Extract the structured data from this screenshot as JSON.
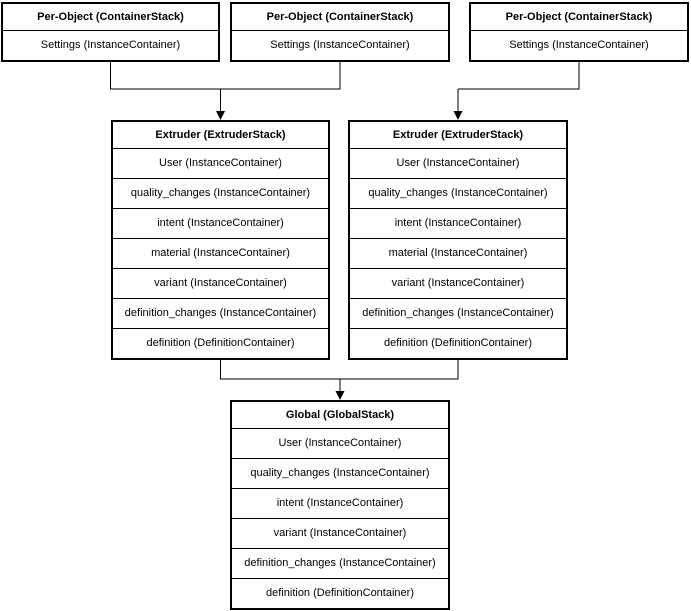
{
  "colors": {
    "background": "#ffffff",
    "box_fill": "#ffffff",
    "border": "#000000",
    "connector": "#000000",
    "text": "#000000"
  },
  "diagram": {
    "per_object_stacks": [
      {
        "title": "Per-Object (ContainerStack)",
        "rows": [
          "Settings (InstanceContainer)"
        ]
      },
      {
        "title": "Per-Object (ContainerStack)",
        "rows": [
          "Settings (InstanceContainer)"
        ]
      },
      {
        "title": "Per-Object (ContainerStack)",
        "rows": [
          "Settings (InstanceContainer)"
        ]
      }
    ],
    "extruder_stacks": [
      {
        "title": "Extruder (ExtruderStack)",
        "rows": [
          "User (InstanceContainer)",
          "quality_changes (InstanceContainer)",
          "intent (InstanceContainer)",
          "material (InstanceContainer)",
          "variant (InstanceContainer)",
          "definition_changes (InstanceContainer)",
          "definition (DefinitionContainer)"
        ]
      },
      {
        "title": "Extruder (ExtruderStack)",
        "rows": [
          "User (InstanceContainer)",
          "quality_changes (InstanceContainer)",
          "intent (InstanceContainer)",
          "material (InstanceContainer)",
          "variant (InstanceContainer)",
          "definition_changes (InstanceContainer)",
          "definition (DefinitionContainer)"
        ]
      }
    ],
    "global_stack": {
      "title": "Global (GlobalStack)",
      "rows": [
        "User (InstanceContainer)",
        "quality_changes (InstanceContainer)",
        "intent (InstanceContainer)",
        "variant (InstanceContainer)",
        "definition_changes (InstanceContainer)",
        "definition (DefinitionContainer)"
      ]
    }
  }
}
